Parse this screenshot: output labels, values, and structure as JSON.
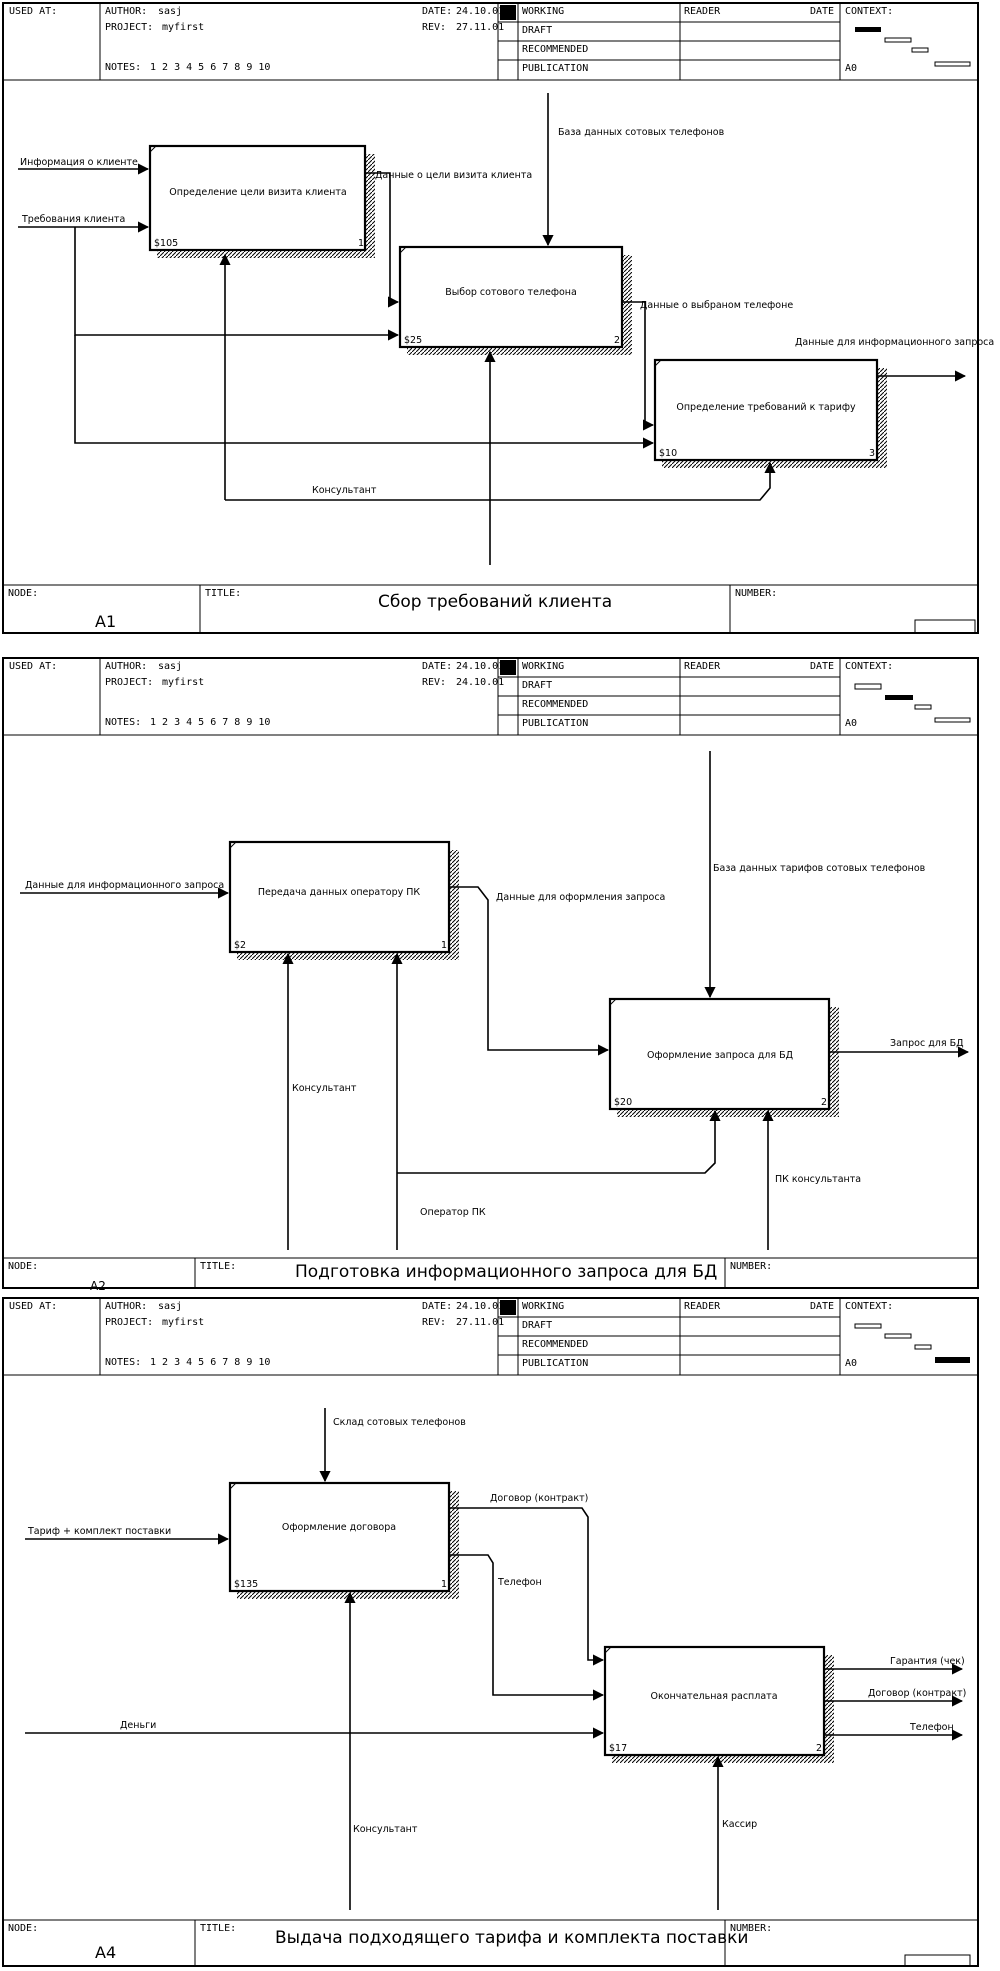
{
  "header_labels": {
    "used_at": "USED AT:",
    "author": "AUTHOR:",
    "project": "PROJECT:",
    "notes": "NOTES:",
    "notes_numbers": "1 2 3 4 5 6 7 8 9 10",
    "date": "DATE:",
    "rev": "REV:",
    "working": "WORKING",
    "draft": "DRAFT",
    "recommended": "RECOMMENDED",
    "publication": "PUBLICATION",
    "reader": "READER",
    "date2": "DATE",
    "context": "CONTEXT:",
    "a0": "A0",
    "node": "NODE:",
    "title": "TITLE:",
    "number": "NUMBER:"
  },
  "diagrams": [
    {
      "author": "sasj",
      "project": "myfirst",
      "date": "24.10.01",
      "rev": "27.11.01",
      "node": "A1",
      "title": "Сбор требований клиента",
      "boxes": [
        {
          "label": "Определение цели визита клиента",
          "cost": "$105",
          "num": "1"
        },
        {
          "label": "Выбор сотового телефона",
          "cost": "$25",
          "num": "2"
        },
        {
          "label": "Определение требований к тарифу",
          "cost": "$10",
          "num": "3"
        }
      ],
      "arrows": {
        "in1": "Информация о клиенте",
        "in2": "Требования клиента",
        "ctrl": "База данных сотовых телефонов",
        "o1": "Данные о цели визита клиента",
        "o2": "Данные о выбраном телефоне",
        "out": "Данные для информационного запроса",
        "mech": "Консультант"
      }
    },
    {
      "author": "sasj",
      "project": "myfirst",
      "date": "24.10.01",
      "rev": "24.10.01",
      "node": "A2",
      "title": "Подготовка информационного запроса для БД",
      "boxes": [
        {
          "label": "Передача данных оператору ПК",
          "cost": "$2",
          "num": "1"
        },
        {
          "label": "Оформление запроса для БД",
          "cost": "$20",
          "num": "2"
        }
      ],
      "arrows": {
        "in": "Данные для информационного запроса",
        "ctrl": "База данных тарифов сотовых телефонов",
        "o1": "Данные для оформления запроса",
        "out": "Запрос для БД",
        "mech1": "Консультант",
        "mech2": "Оператор ПК",
        "mech3": "ПК консультанта"
      }
    },
    {
      "author": "sasj",
      "project": "myfirst",
      "date": "24.10.01",
      "rev": "27.11.01",
      "node": "A4",
      "title": "Выдача подходящего тарифа и комплекта поставки",
      "boxes": [
        {
          "label": "Оформление договора",
          "cost": "$135",
          "num": "1"
        },
        {
          "label": "Окончательная расплата",
          "cost": "$17",
          "num": "2"
        }
      ],
      "arrows": {
        "in1": "Тариф + комплект поставки",
        "in2": "Деньги",
        "ctrl": "Склад сотовых телефонов",
        "o1": "Договор (контракт)",
        "o2": "Телефон",
        "out1": "Гарантия (чек)",
        "out2": "Договор (контракт)",
        "out3": "Телефон",
        "mech1": "Консультант",
        "mech2": "Кассир"
      }
    }
  ]
}
